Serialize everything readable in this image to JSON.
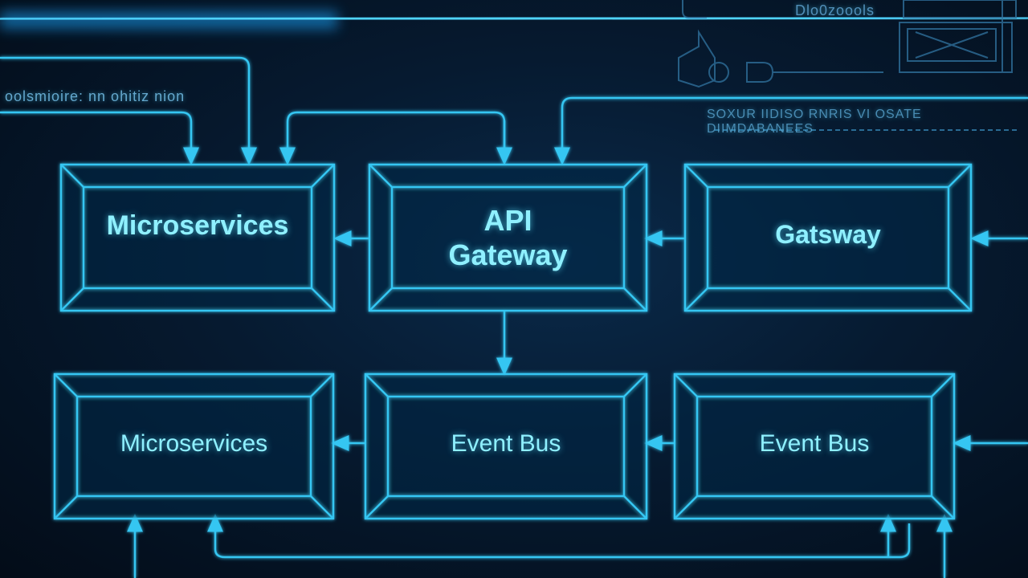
{
  "diagram": {
    "nodes": [
      {
        "id": "microservices-top",
        "label": "Microservices"
      },
      {
        "id": "api-gateway",
        "label": "API\nGateway"
      },
      {
        "id": "gateway",
        "label": "Gatsway"
      },
      {
        "id": "microservices-bottom",
        "label": "Microservices"
      },
      {
        "id": "event-bus-center",
        "label": "Event Bus"
      },
      {
        "id": "event-bus-right",
        "label": "Event Bus"
      }
    ],
    "decorative_text": {
      "top_left": "oolsmioire: nn ohitiz nion",
      "top_right_code": "Dlo0zoools",
      "right_header": "SOXUR IIDISO RNRIS VI OSATE DIIMDABANEES"
    }
  },
  "colors": {
    "line": "#35c6f2",
    "glow": "#1e9fe0",
    "text": "#8ff0ff"
  }
}
